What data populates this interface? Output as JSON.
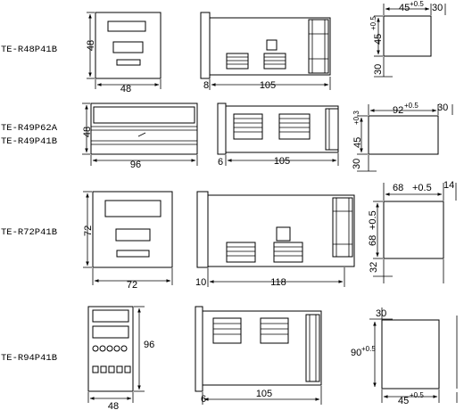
{
  "models": {
    "r48": "TE-R48P41B",
    "r49a": "TE-R49P62A",
    "r49b": "TE-R49P41B",
    "r72": "TE-R72P41B",
    "r94": "TE-R94P41B"
  },
  "row1": {
    "front_height": "48",
    "front_width": "48",
    "side_flange": "8",
    "side_depth": "105",
    "cutout_width": "45",
    "cutout_width_tol": "+0.5",
    "cutout_right_spacing": "30",
    "cutout_height": "45",
    "cutout_height_tol": "+0.5",
    "cutout_bottom_spacing": "30"
  },
  "row2": {
    "front_height": "48",
    "front_width": "96",
    "side_flange": "6",
    "side_depth": "105",
    "cutout_width": "92",
    "cutout_width_tol": "+0.5",
    "cutout_right_spacing": "30",
    "cutout_height": "45",
    "cutout_height_tol": "+0.3",
    "cutout_bottom_spacing": "30"
  },
  "row3": {
    "front_height": "72",
    "front_width": "72",
    "side_flange": "10",
    "side_depth": "118",
    "cutout_width": "68",
    "cutout_width_tol": "+0.5",
    "cutout_right_spacing": "14",
    "cutout_height": "68",
    "cutout_height_tol": "+0.5",
    "cutout_bottom_spacing": "32"
  },
  "row4": {
    "front_height": "96",
    "front_width": "48",
    "side_flange": "6",
    "side_depth": "105",
    "cutout_top_spacing": "30",
    "cutout_height": "90",
    "cutout_height_tol": "+0.5",
    "cutout_width": "45",
    "cutout_width_tol": "+0.5"
  }
}
